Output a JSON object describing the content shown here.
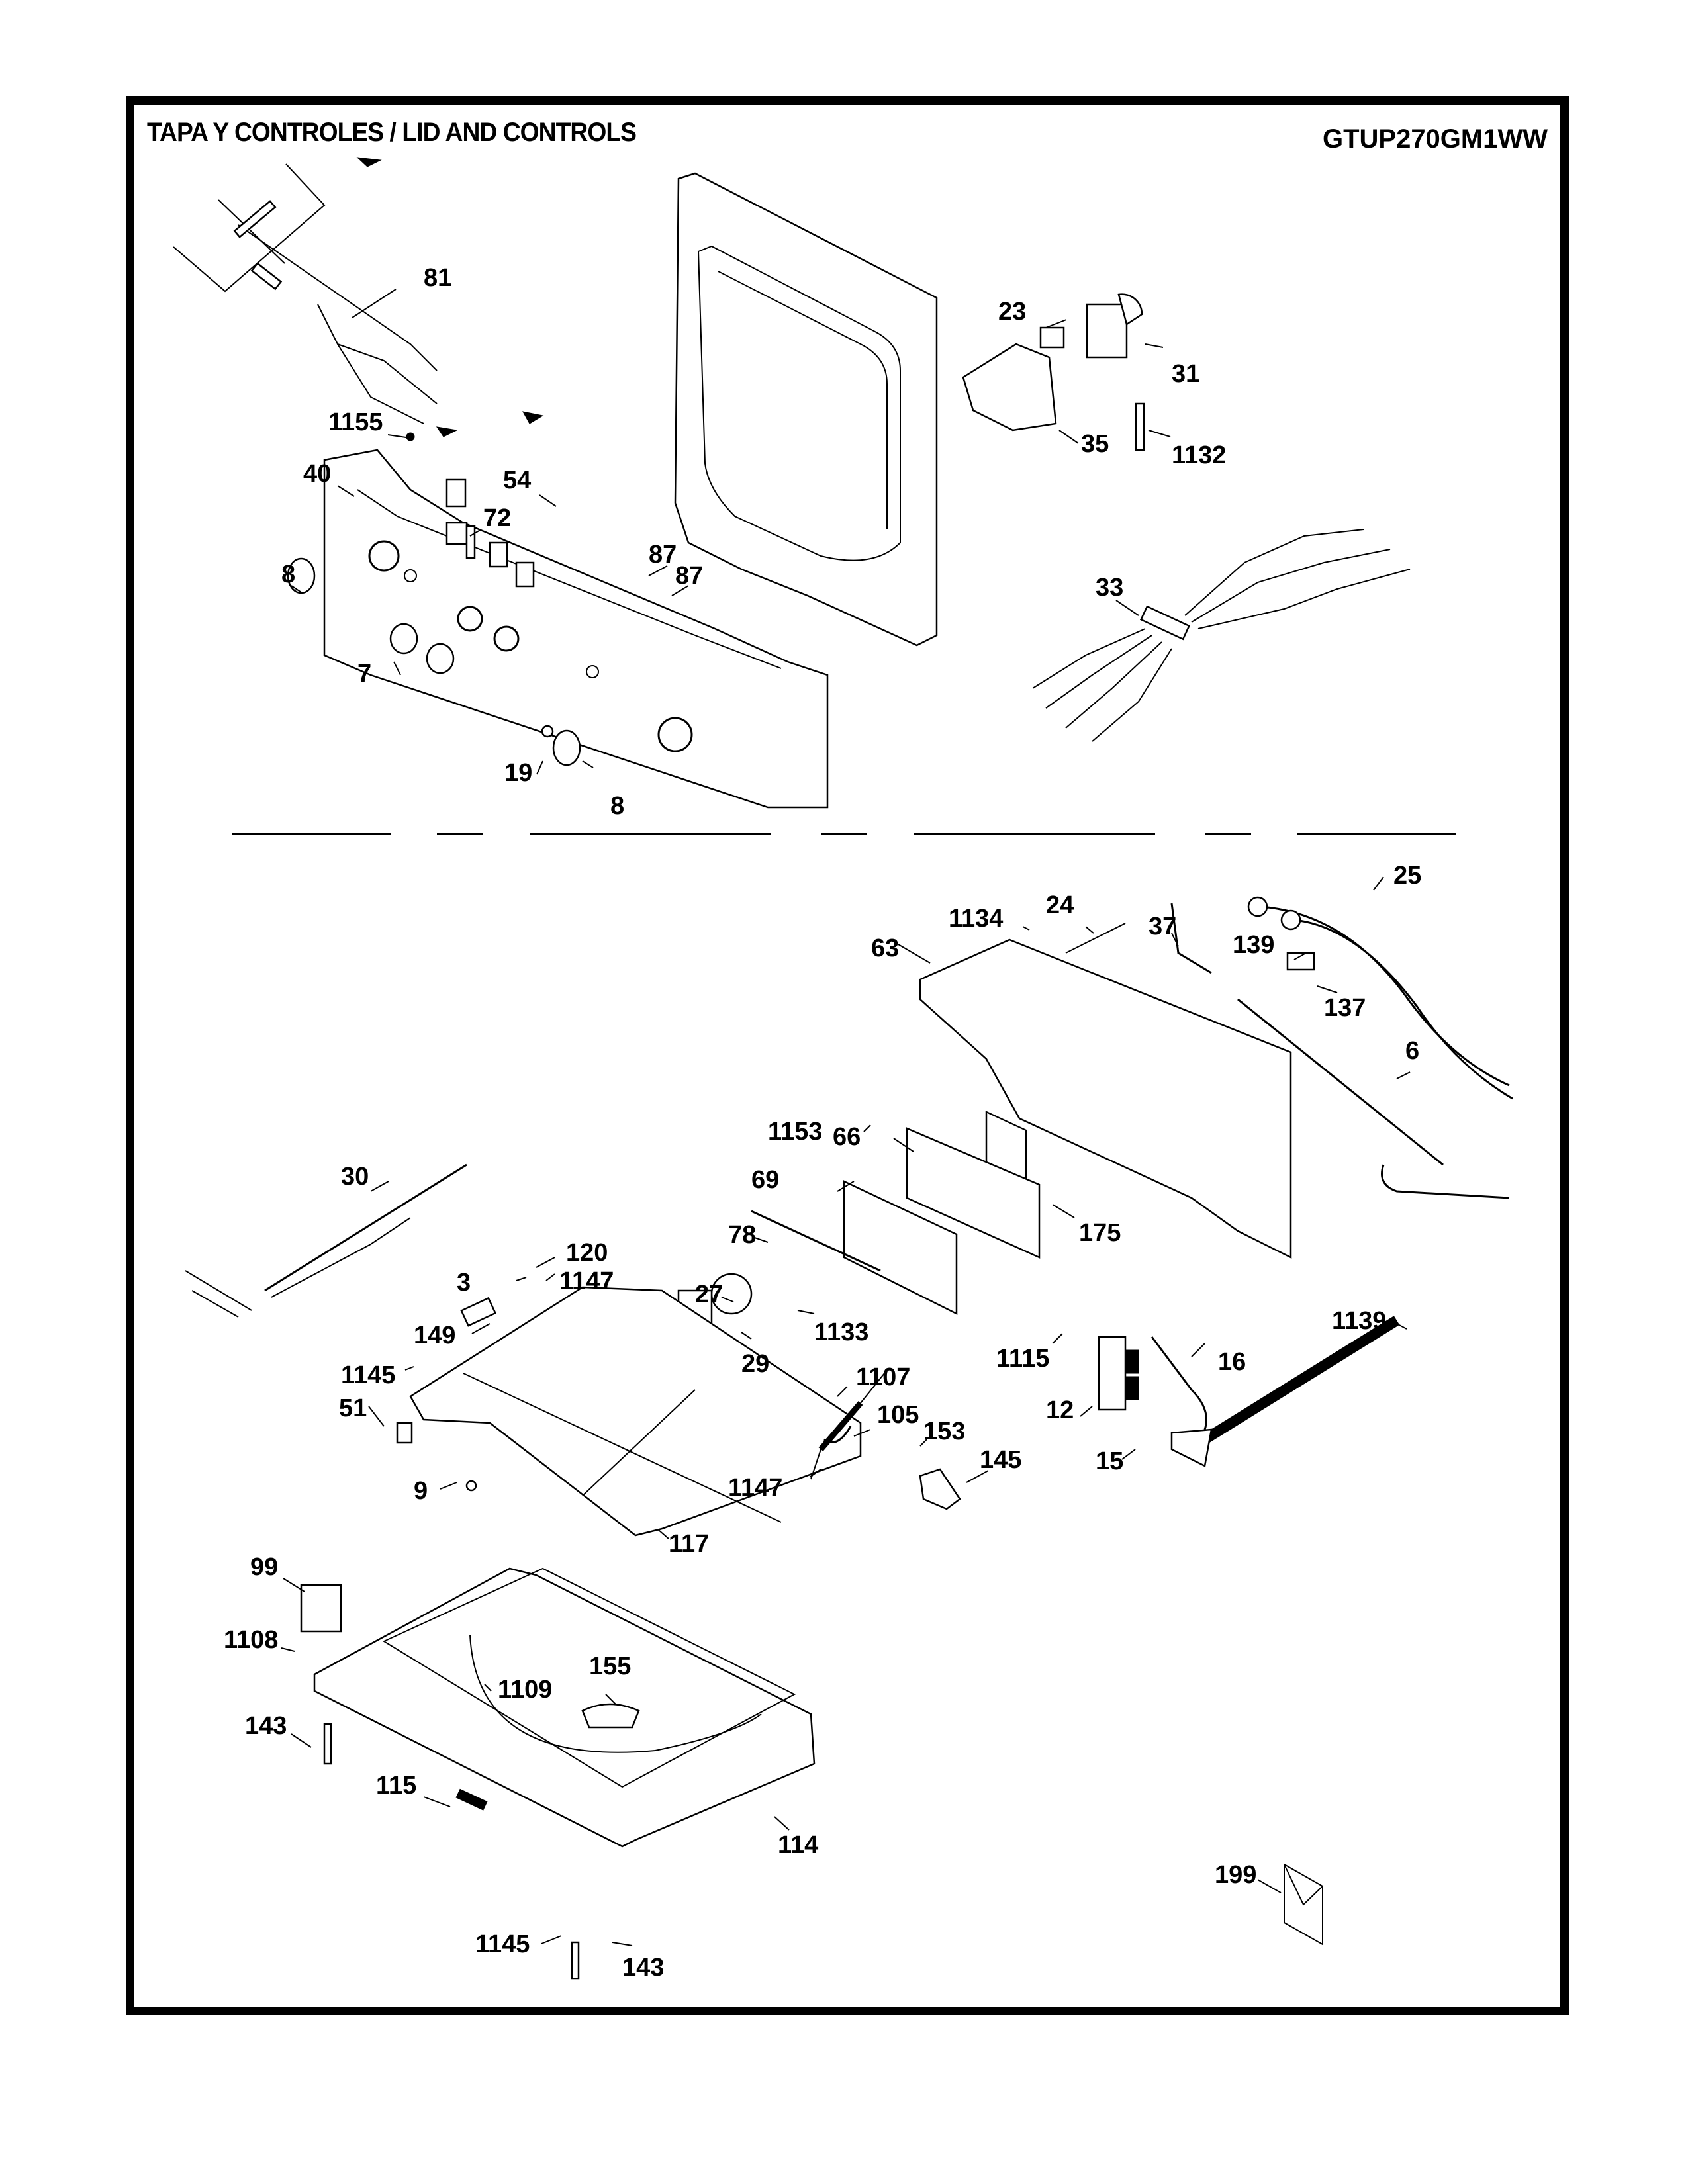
{
  "header": {
    "title": "TAPA Y  CONTROLES / LID AND CONTROLS",
    "model": "GTUP270GM1WW"
  },
  "diagram": {
    "type": "exploded-parts-view",
    "sections": [
      "controls-upper",
      "lid-and-top-lower"
    ],
    "callouts": [
      {
        "id": "c81",
        "label": "81"
      },
      {
        "id": "c1155",
        "label": "1155"
      },
      {
        "id": "c40",
        "label": "40"
      },
      {
        "id": "c54",
        "label": "54"
      },
      {
        "id": "c72",
        "label": "72"
      },
      {
        "id": "c87a",
        "label": "87"
      },
      {
        "id": "c87b",
        "label": "87"
      },
      {
        "id": "c8a",
        "label": "8"
      },
      {
        "id": "c7",
        "label": "7"
      },
      {
        "id": "c19",
        "label": "19"
      },
      {
        "id": "c8b",
        "label": "8"
      },
      {
        "id": "c23",
        "label": "23"
      },
      {
        "id": "c31",
        "label": "31"
      },
      {
        "id": "c35",
        "label": "35"
      },
      {
        "id": "c1132",
        "label": "1132"
      },
      {
        "id": "c33",
        "label": "33"
      },
      {
        "id": "c25",
        "label": "25"
      },
      {
        "id": "c24",
        "label": "24"
      },
      {
        "id": "c1134",
        "label": "1134"
      },
      {
        "id": "c37",
        "label": "37"
      },
      {
        "id": "c139",
        "label": "139"
      },
      {
        "id": "c63",
        "label": "63"
      },
      {
        "id": "c137",
        "label": "137"
      },
      {
        "id": "c6",
        "label": "6"
      },
      {
        "id": "c66",
        "label": "66"
      },
      {
        "id": "c1153",
        "label": "1153"
      },
      {
        "id": "c69",
        "label": "69"
      },
      {
        "id": "c175",
        "label": "175"
      },
      {
        "id": "c30",
        "label": "30"
      },
      {
        "id": "c78",
        "label": "78"
      },
      {
        "id": "c120",
        "label": "120"
      },
      {
        "id": "c3",
        "label": "3"
      },
      {
        "id": "c1147a",
        "label": "1147"
      },
      {
        "id": "c27",
        "label": "27"
      },
      {
        "id": "c1133",
        "label": "1133"
      },
      {
        "id": "c1139",
        "label": "1139"
      },
      {
        "id": "c149",
        "label": "149"
      },
      {
        "id": "c29",
        "label": "29"
      },
      {
        "id": "c1115",
        "label": "1115"
      },
      {
        "id": "c16",
        "label": "16"
      },
      {
        "id": "c1145a",
        "label": "1145"
      },
      {
        "id": "c1107",
        "label": "1107"
      },
      {
        "id": "c12",
        "label": "12"
      },
      {
        "id": "c51",
        "label": "51"
      },
      {
        "id": "c105",
        "label": "105"
      },
      {
        "id": "c153",
        "label": "153"
      },
      {
        "id": "c15",
        "label": "15"
      },
      {
        "id": "c145",
        "label": "145"
      },
      {
        "id": "c1147b",
        "label": "1147"
      },
      {
        "id": "c9",
        "label": "9"
      },
      {
        "id": "c117",
        "label": "117"
      },
      {
        "id": "c99",
        "label": "99"
      },
      {
        "id": "c1108",
        "label": "1108"
      },
      {
        "id": "c1109",
        "label": "1109"
      },
      {
        "id": "c155",
        "label": "155"
      },
      {
        "id": "c143a",
        "label": "143"
      },
      {
        "id": "c115",
        "label": "115"
      },
      {
        "id": "c114",
        "label": "114"
      },
      {
        "id": "c199",
        "label": "199"
      },
      {
        "id": "c1145b",
        "label": "1145"
      },
      {
        "id": "c143b",
        "label": "143"
      }
    ]
  }
}
